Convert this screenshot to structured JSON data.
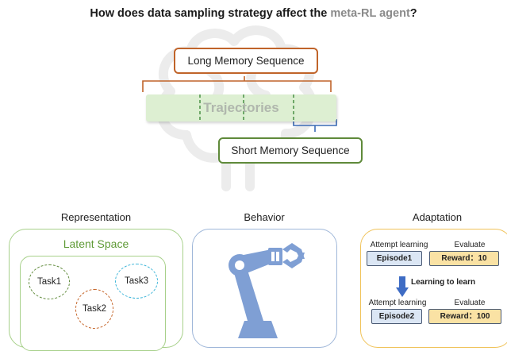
{
  "title": {
    "prefix": "How does data sampling strategy affect the ",
    "accent": "meta-RL agent",
    "suffix": "?"
  },
  "top_diagram": {
    "long_memory_label": "Long Memory Sequence",
    "trajectories_label": "Trajectories",
    "short_memory_label": "Short Memory Sequence"
  },
  "sections": {
    "representation": {
      "heading": "Representation",
      "latent_label": "Latent Space",
      "tasks": [
        "Task1",
        "Task2",
        "Task3"
      ]
    },
    "behavior": {
      "heading": "Behavior",
      "icon": "robot-arm-icon"
    },
    "adaptation": {
      "heading": "Adaptation",
      "attempt_label_1": "Attempt learning",
      "evaluate_label_1": "Evaluate",
      "episode_1": "Episode1",
      "reward_1": "Reward：10",
      "learning_to_learn": "Learning to learn",
      "attempt_label_2": "Attempt learning",
      "evaluate_label_2": "Evaluate",
      "episode_2": "Episode2",
      "reward_2": "Reward：100"
    }
  },
  "colors": {
    "long_memory": "#c0642a",
    "short_memory": "#5f8a3a",
    "trajectories_fill": "#ddefd2",
    "representation_border": "#a7d08a",
    "behavior_border": "#9fb7d9",
    "adaptation_border": "#f0c35a",
    "robot": "#7f9fd4"
  }
}
